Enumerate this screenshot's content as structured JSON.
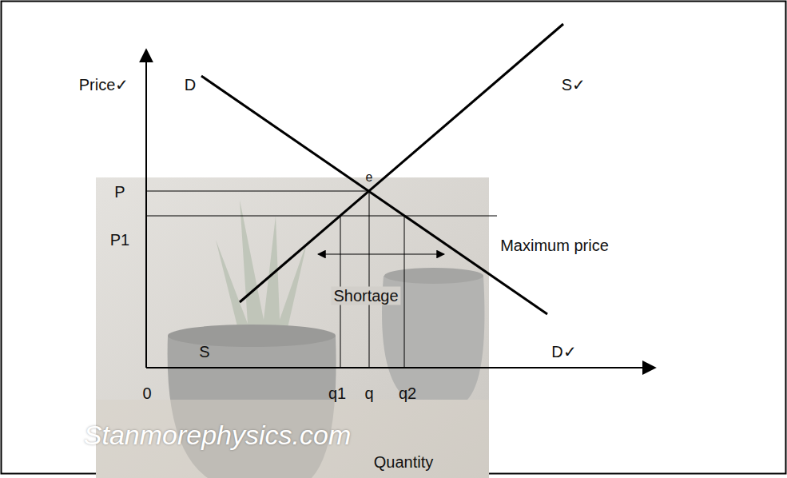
{
  "diagram": {
    "labels": [
      "Price✓",
      "D",
      "S✓",
      "P",
      "e",
      "P1",
      "Maximum price",
      "Shortage",
      "S",
      "D✓",
      "0",
      "q1",
      "q",
      "q2",
      "Quantity",
      "Stanmorephysics.com"
    ]
  }
}
